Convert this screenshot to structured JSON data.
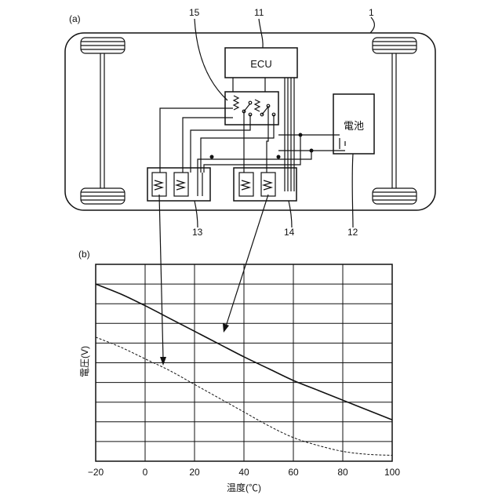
{
  "figure": {
    "panel_a_label": "(a)",
    "panel_b_label": "(b)",
    "ref_vehicle": "1",
    "ref_ecu": "11",
    "ref_battery": "12",
    "ref_module_left": "13",
    "ref_module_right": "14",
    "ref_relay": "15",
    "ecu_label": "ECU",
    "battery_label": "電池"
  },
  "chart_data": {
    "type": "line",
    "title": "",
    "xlabel": "温度(℃)",
    "ylabel": "電圧(V)",
    "xlim": [
      -20,
      100
    ],
    "xticks": [
      -20,
      0,
      20,
      40,
      60,
      80,
      100
    ],
    "xtick_labels": [
      "−20",
      "0",
      "20",
      "40",
      "60",
      "80",
      "100"
    ],
    "ylim": [
      0,
      10
    ],
    "y_gridlines": 10,
    "grid": true,
    "series": [
      {
        "style": "solid",
        "x": [
          -20,
          -10,
          0,
          10,
          20,
          30,
          40,
          50,
          60,
          70,
          80,
          90,
          100
        ],
        "y": [
          9.0,
          8.5,
          7.9,
          7.25,
          6.6,
          5.95,
          5.3,
          4.7,
          4.1,
          3.6,
          3.1,
          2.6,
          2.1
        ]
      },
      {
        "style": "dashed",
        "x": [
          -20,
          -10,
          0,
          10,
          20,
          30,
          40,
          50,
          60,
          70,
          80,
          90,
          100
        ],
        "y": [
          6.3,
          5.8,
          5.2,
          4.6,
          3.9,
          3.2,
          2.5,
          1.8,
          1.2,
          0.8,
          0.5,
          0.35,
          0.3
        ]
      }
    ]
  }
}
